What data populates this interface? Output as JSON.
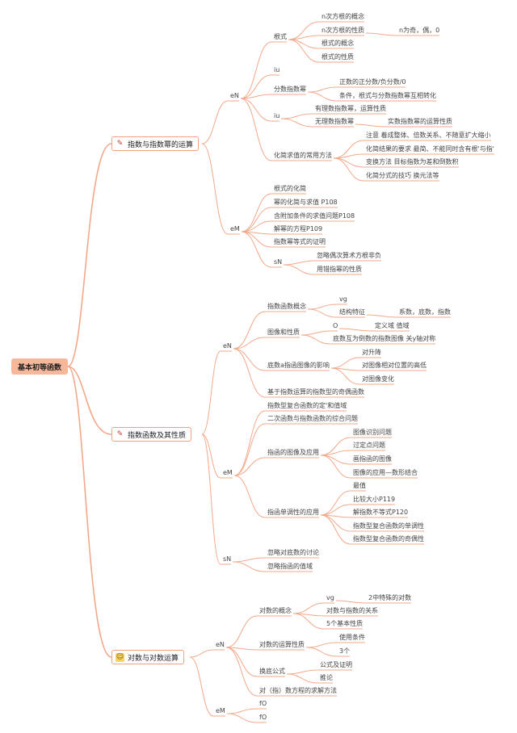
{
  "root": {
    "id": "root",
    "text": "基本初等函数"
  },
  "sections": [
    {
      "id": "s1",
      "text": "指数与指数幂的运算",
      "icon": "wand-icon"
    },
    {
      "id": "s2",
      "text": "指数函数及其性质",
      "icon": "wand-icon"
    },
    {
      "id": "s3",
      "text": "对数与对数运算",
      "icon": "face-icon"
    }
  ],
  "nodes": [
    {
      "id": "n1",
      "text": "eN"
    },
    {
      "id": "n2",
      "text": "根式"
    },
    {
      "id": "n3",
      "text": "n次方根的概念"
    },
    {
      "id": "n4",
      "text": "n次方根的性质"
    },
    {
      "id": "n5",
      "text": "n为奇，偶，0"
    },
    {
      "id": "n6",
      "text": "根式的概念"
    },
    {
      "id": "n7",
      "text": "根式的性质"
    },
    {
      "id": "n8",
      "text": "iu"
    },
    {
      "id": "n9",
      "text": "分数指数幂"
    },
    {
      "id": "n10",
      "text": "正数的正分数/负分数/0"
    },
    {
      "id": "n11",
      "text": "条件，根式与分数指数幂互相转化"
    },
    {
      "id": "n12",
      "text": "iu"
    },
    {
      "id": "n13",
      "text": "有理数指数幂，运算性质"
    },
    {
      "id": "n14",
      "text": "无理数指数幂"
    },
    {
      "id": "n15",
      "text": "实数指数幂的运算性质"
    },
    {
      "id": "n16",
      "text": "化简求值的常用方法"
    },
    {
      "id": "n17",
      "text": "注意 着成整体、倍数关系、不随意扩大缩小"
    },
    {
      "id": "n18",
      "text": "化简结果的要求 最简、不能同时含有根'与指'"
    },
    {
      "id": "n19",
      "text": "变换方法 目标指数为差和倒数积"
    },
    {
      "id": "n20",
      "text": "化简分式的技巧 换元法等"
    },
    {
      "id": "n21",
      "text": "eM"
    },
    {
      "id": "n22",
      "text": "根式的化简"
    },
    {
      "id": "n23",
      "text": "幂的化简与求值 P108"
    },
    {
      "id": "n24",
      "text": "含附加条件的求值问题P108"
    },
    {
      "id": "n25",
      "text": "解幂的方程P109"
    },
    {
      "id": "n26",
      "text": "指数幂等式的证明"
    },
    {
      "id": "n27",
      "text": "sN"
    },
    {
      "id": "n28",
      "text": "忽略偶次算术方根非负"
    },
    {
      "id": "n29",
      "text": "用错指幂的性质"
    },
    {
      "id": "n30",
      "text": "eN"
    },
    {
      "id": "n31",
      "text": "指数函数概念"
    },
    {
      "id": "n32",
      "text": "vg"
    },
    {
      "id": "n33",
      "text": "结构特征"
    },
    {
      "id": "n34",
      "text": "系数，底数，指数"
    },
    {
      "id": "n35",
      "text": "图像和性质"
    },
    {
      "id": "n36",
      "text": "O"
    },
    {
      "id": "n37",
      "text": "定义域 值域"
    },
    {
      "id": "n38",
      "text": "底数互为倒数的指数图像 关y轴对称"
    },
    {
      "id": "n39",
      "text": "底数a指函图像的影响"
    },
    {
      "id": "n40",
      "text": "对升降"
    },
    {
      "id": "n41",
      "text": "对图像相对位置的高低"
    },
    {
      "id": "n42",
      "text": "对图像变化"
    },
    {
      "id": "n43",
      "text": "基于指数运算的指数型的奇偶函数"
    },
    {
      "id": "n44",
      "text": "eM"
    },
    {
      "id": "n45",
      "text": "指数型复合函数的定'和值域"
    },
    {
      "id": "n46",
      "text": "二次函数与指数函数的综合问题"
    },
    {
      "id": "n47",
      "text": "指函的图像及应用"
    },
    {
      "id": "n48",
      "text": "图像识别问题"
    },
    {
      "id": "n49",
      "text": "过定点问题"
    },
    {
      "id": "n50",
      "text": "画指函的图像"
    },
    {
      "id": "n51",
      "text": "图像的应用—数形结合"
    },
    {
      "id": "n52",
      "text": "指函单调性的应用"
    },
    {
      "id": "n53",
      "text": "最值"
    },
    {
      "id": "n54",
      "text": "比较大小P119"
    },
    {
      "id": "n55",
      "text": "解指数不等式P120"
    },
    {
      "id": "n56",
      "text": "指数型复合函数的单调性"
    },
    {
      "id": "n57",
      "text": "指数型复合函数的奇偶性"
    },
    {
      "id": "n58",
      "text": "sN"
    },
    {
      "id": "n59",
      "text": "忽略对底数的讨论"
    },
    {
      "id": "n60",
      "text": "忽略指函的值域"
    },
    {
      "id": "n61",
      "text": "eN"
    },
    {
      "id": "n62",
      "text": "对数的概念"
    },
    {
      "id": "n63",
      "text": "vg"
    },
    {
      "id": "n64",
      "text": "2中特殊的对数"
    },
    {
      "id": "n65",
      "text": "对数与指数的关系"
    },
    {
      "id": "n66",
      "text": "5个基本性质"
    },
    {
      "id": "n67",
      "text": "对数的运算性质"
    },
    {
      "id": "n68",
      "text": "使用条件"
    },
    {
      "id": "n69",
      "text": "3个"
    },
    {
      "id": "n70",
      "text": "换底公式"
    },
    {
      "id": "n71",
      "text": "公式及证明"
    },
    {
      "id": "n72",
      "text": "推论"
    },
    {
      "id": "n73",
      "text": "对（指）数方程的求解方法"
    },
    {
      "id": "n74",
      "text": "eM"
    },
    {
      "id": "n75",
      "text": "fO"
    },
    {
      "id": "n76",
      "text": "fO"
    }
  ],
  "style": {
    "line_color": "#f2a98a",
    "root_fill": "#f6b79a",
    "box_border": "#f2a180"
  }
}
